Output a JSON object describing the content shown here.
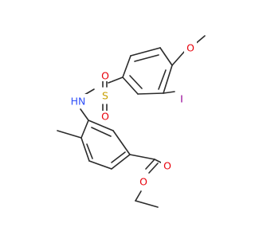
{
  "structure": {
    "colors": {
      "bond": "#2b2b2b",
      "oxygen": "#e8000b",
      "nitrogen": "#3050f8",
      "sulfur": "#c8a000",
      "iodine": "#940094",
      "hydrogen": "#3050f8"
    },
    "labels": {
      "o_methoxy": "O",
      "iodine": "I",
      "sulfur": "S",
      "o_sulfonyl_top": "O",
      "o_sulfonyl_bottom": "O",
      "nh": "HN",
      "o_carbonyl": "O",
      "o_ester": "O"
    }
  }
}
